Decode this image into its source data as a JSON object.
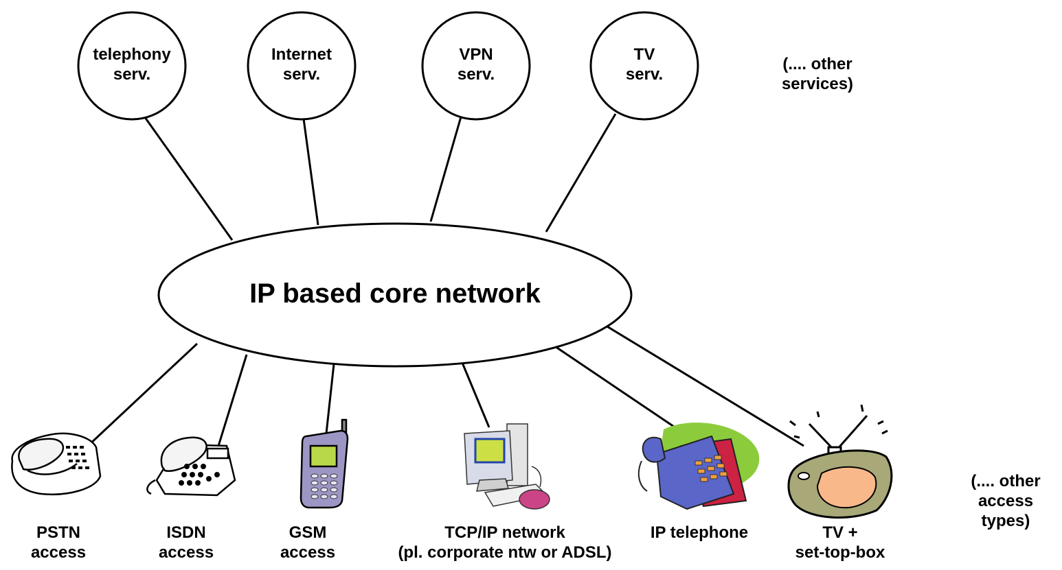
{
  "core": {
    "label": "IP based core network"
  },
  "services": [
    {
      "line1": "telephony",
      "line2": "serv."
    },
    {
      "line1": "Internet",
      "line2": "serv."
    },
    {
      "line1": "VPN",
      "line2": "serv."
    },
    {
      "line1": "TV",
      "line2": "serv."
    }
  ],
  "other_services": {
    "line1": "(.... other",
    "line2": "services)"
  },
  "access": [
    {
      "line1": "PSTN",
      "line2": "access",
      "icon": "desk-phone-icon"
    },
    {
      "line1": "ISDN",
      "line2": "access",
      "icon": "isdn-phone-icon"
    },
    {
      "line1": "GSM",
      "line2": "access",
      "icon": "mobile-phone-icon"
    },
    {
      "line1": "TCP/IP network",
      "line2": "(pl. corporate ntw or ADSL)",
      "icon": "computer-icon"
    },
    {
      "line1": "IP telephone",
      "line2": "",
      "icon": "ip-phone-icon"
    },
    {
      "line1": "TV +",
      "line2": "set-top-box",
      "icon": "tv-icon"
    }
  ],
  "other_access": {
    "line1": "(.... other",
    "line2": "access",
    "line3": "types)"
  }
}
